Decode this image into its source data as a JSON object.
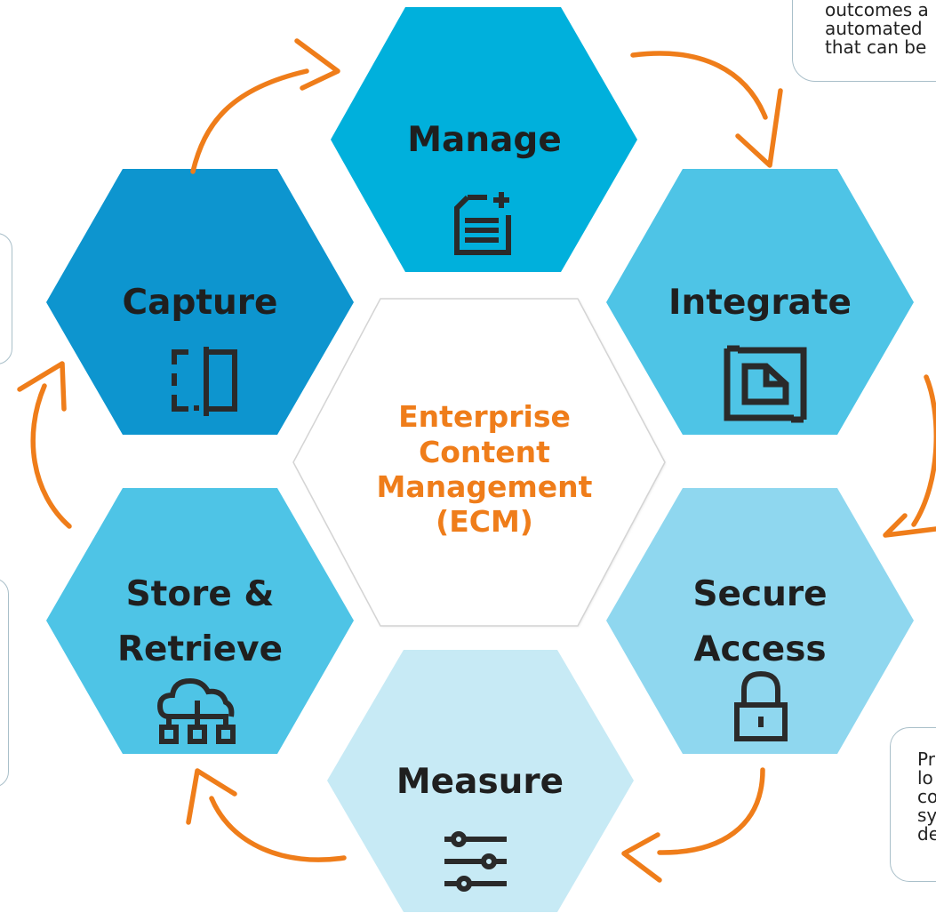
{
  "center": {
    "line1": "Enterprise",
    "line2": "Content",
    "line3": "Management",
    "line4": "(ECM)"
  },
  "stages": {
    "manage": {
      "label": "Manage",
      "icon": "document-add-icon",
      "color": "#00b0dc"
    },
    "integrate": {
      "label": "Integrate",
      "icon": "integrate-document-icon",
      "color": "#4ec4e6"
    },
    "secure": {
      "label1": "Secure",
      "label2": "Access",
      "icon": "padlock-icon",
      "color": "#8fd7ef"
    },
    "measure": {
      "label": "Measure",
      "icon": "sliders-icon",
      "color": "#c7eaf5"
    },
    "store": {
      "label1": "Store &",
      "label2": "Retrieve",
      "icon": "cloud-network-icon",
      "color": "#4ec4e6"
    },
    "capture": {
      "label": "Capture",
      "icon": "scan-capture-icon",
      "color": "#0d95cf"
    }
  },
  "callouts": {
    "top": [
      "outcomes a",
      "automated",
      "that can be"
    ],
    "bottom_right": [
      "Pr",
      "lo",
      "co",
      "sy",
      "de"
    ]
  },
  "colors": {
    "arrow": "#ef7d1a",
    "center_text": "#ef7d1a",
    "label_text": "#1f1f1f",
    "icon_stroke": "#2a2a2a"
  }
}
